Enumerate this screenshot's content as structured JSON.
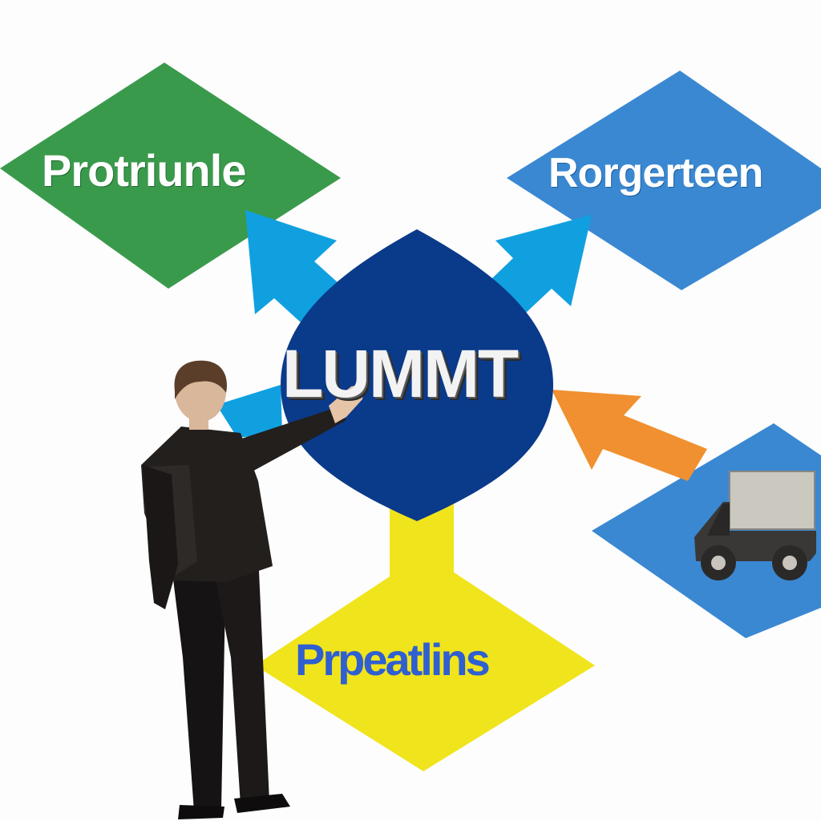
{
  "nodes": {
    "top_left": {
      "label": "Protriunle",
      "color": "#3a9a4c"
    },
    "top_right": {
      "label": "Rorgerteen",
      "color": "#3a88d2"
    },
    "center": {
      "label": "LUMMT",
      "color": "#0a3a8a"
    },
    "bottom": {
      "label": "Prpeatlins",
      "color": "#f0e41c"
    },
    "bottom_right": {
      "color": "#3a88d2",
      "icon": "truck-icon"
    }
  },
  "arrows": {
    "to_top_left": {
      "color": "#10a0e0"
    },
    "to_top_right": {
      "color": "#10a0e0"
    },
    "left_stub": {
      "color": "#10a0e0"
    },
    "from_bottom_right": {
      "color": "#f09030"
    },
    "to_bottom": {
      "color": "#f0e41c"
    }
  },
  "figure": {
    "icon": "person-pointing-icon"
  }
}
